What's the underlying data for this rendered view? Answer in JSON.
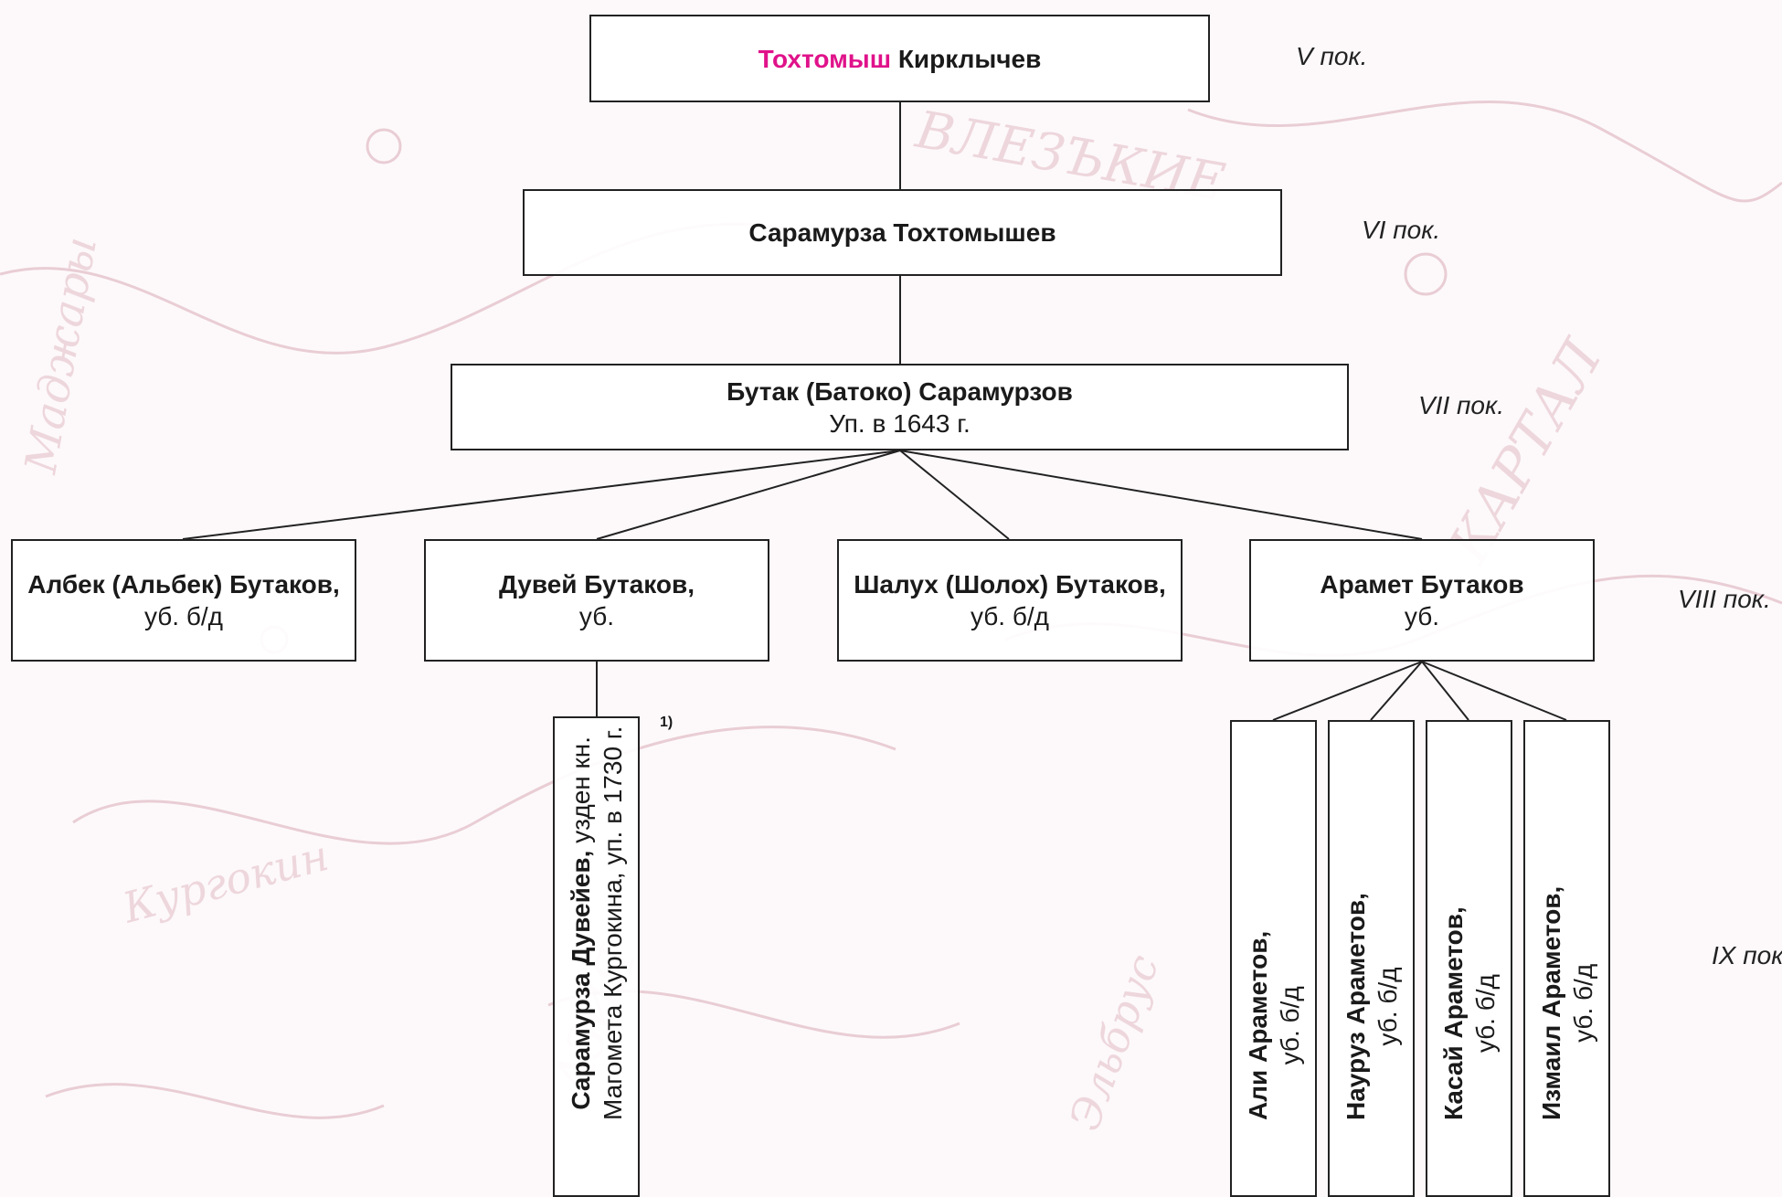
{
  "root": {
    "first": "Тохтомыш",
    "last": "Кирклычев"
  },
  "gen2": {
    "name": "Сарамурза Тохтомышев"
  },
  "gen3": {
    "name": "Бутак (Батоко) Сарамурзов",
    "note": "Уп. в 1643 г."
  },
  "gen4": [
    {
      "name": "Албек (Альбек) Бутаков,",
      "note": "уб. б/д"
    },
    {
      "name": "Дувей Бутаков,",
      "note": "уб."
    },
    {
      "name": "Шалух (Шолох) Бутаков,",
      "note": "уб. б/д"
    },
    {
      "name": "Арамет Бутаков",
      "note": "уб."
    }
  ],
  "gen5_duvey": {
    "name": "Сарамурза Дувейев,",
    "rest": " узден кн.",
    "line2": "Магомета Кургокина, уп. в 1730 г.",
    "footnote": "1)"
  },
  "gen5_aramet": [
    {
      "name": "Али Араметов,",
      "note": "уб. б/д"
    },
    {
      "name": "Науруз Араметов,",
      "note": "уб. б/д"
    },
    {
      "name": "Касай Араметов,",
      "note": "уб. б/д"
    },
    {
      "name": "Измаил Араметов,",
      "note": "уб. б/д"
    }
  ],
  "generations": [
    "V пок.",
    "VI пок.",
    "VII пок.",
    "VIII пок.",
    "IX пок"
  ],
  "colors": {
    "accent": "#e0128a",
    "background_map": "#c98a9b"
  }
}
